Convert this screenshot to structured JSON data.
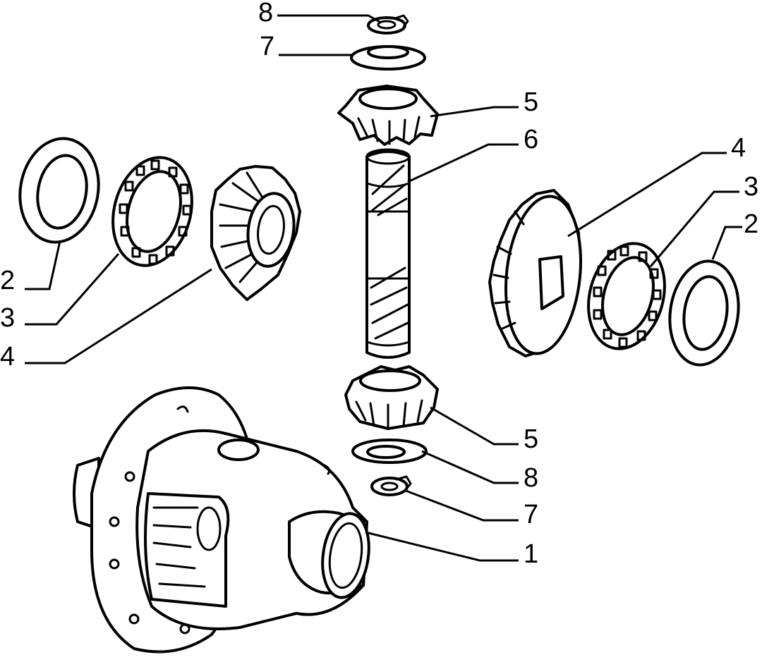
{
  "labels": {
    "top_lock": "8",
    "top_washer": "7",
    "top_pinion": "5",
    "shaft": "6",
    "right_side_gear": "4",
    "right_bearing": "3",
    "right_shim": "2",
    "left_shim": "2",
    "left_bearing": "3",
    "left_side_gear": "4",
    "bottom_pinion": "5",
    "bottom_washer": "8",
    "bottom_lock": "7",
    "housing": "1"
  },
  "colors": {
    "ink": "#000000",
    "paper": "#ffffff"
  }
}
